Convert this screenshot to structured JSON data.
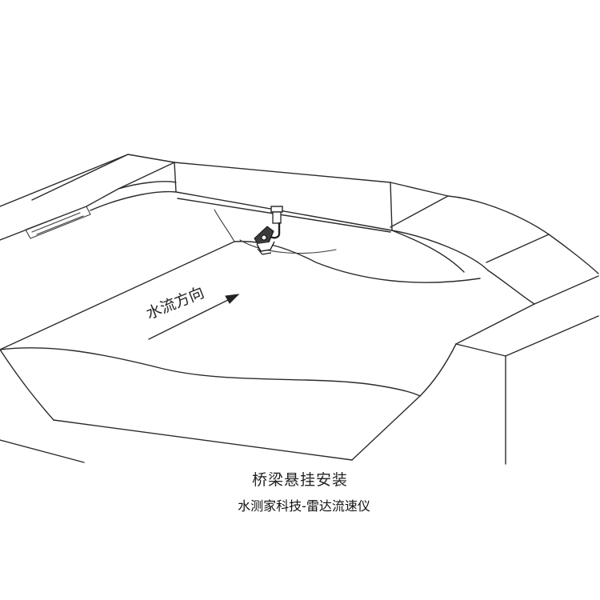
{
  "diagram": {
    "flow_label": "水流方向",
    "caption_title": "桥梁悬挂安装",
    "caption_subtitle": "水测家科技-雷达流速仪",
    "line_color": "#2b2b2b",
    "background_color": "#ffffff"
  }
}
